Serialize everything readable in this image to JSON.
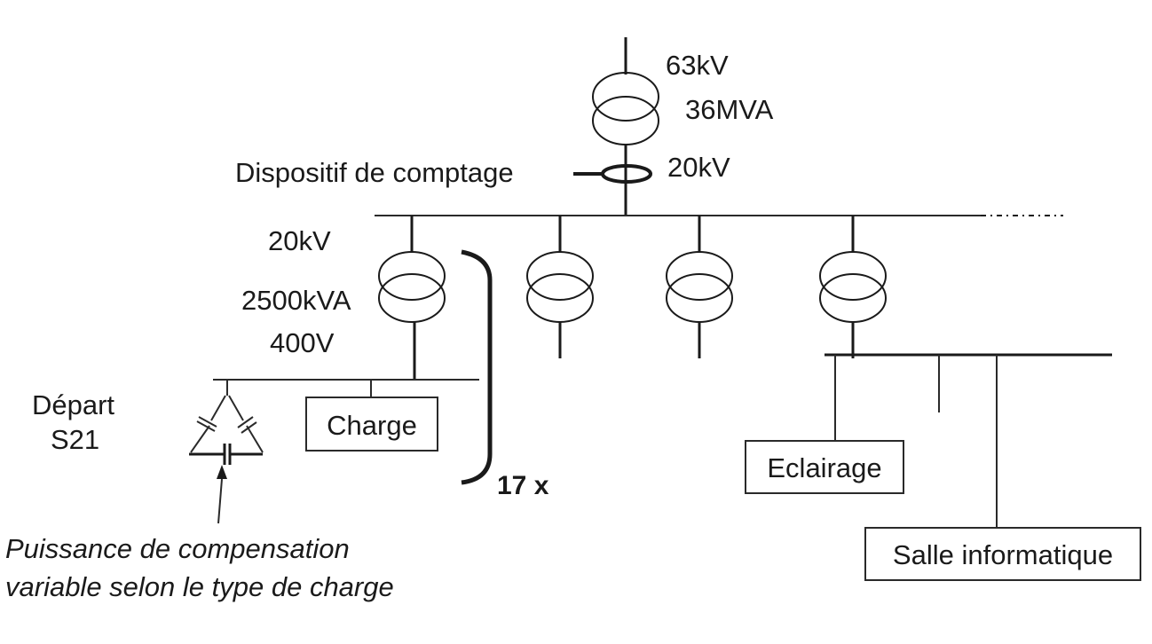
{
  "diagram": {
    "type": "single-line electrical distribution diagram",
    "main_transformer": {
      "primary_voltage": "63kV",
      "power": "36MVA",
      "secondary_voltage": "20kV"
    },
    "metering": {
      "label": "Dispositif de comptage"
    },
    "feeder_transformer": {
      "primary_voltage": "20kV",
      "power": "2500kVA",
      "secondary_voltage": "400V"
    },
    "feeder": {
      "name_line1": "Départ",
      "name_line2": "S21",
      "load_label": "Charge"
    },
    "multiplier": "17 x",
    "compensation_note": {
      "line1": "Puissance de compensation",
      "line2": "variable selon le type de charge"
    },
    "loads": {
      "lighting": "Eclairage",
      "it_room": "Salle informatique"
    },
    "colors": {
      "line": "#1a1a1a",
      "background": "#ffffff"
    }
  }
}
